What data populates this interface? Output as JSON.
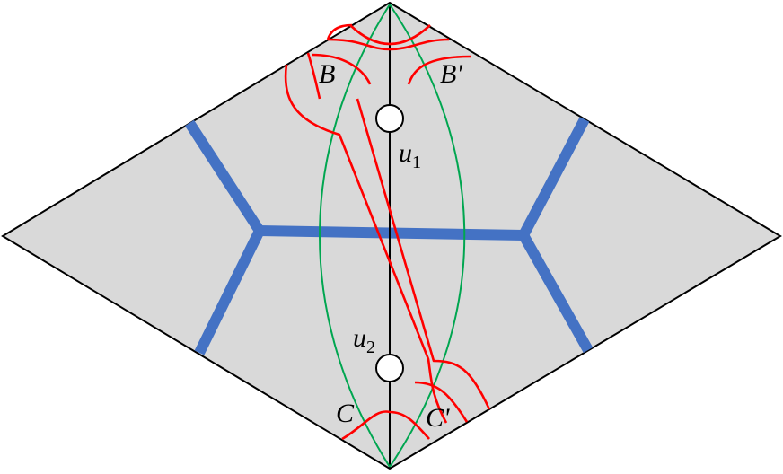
{
  "diagram": {
    "colors": {
      "background": "#ffffff",
      "rhombus_fill": "#d9d9d9",
      "rhombus_stroke": "#000000",
      "axis_line": "#000000",
      "blue_network": "#4472c4",
      "red_curves": "#ff0000",
      "green_curves": "#00a650",
      "puncture_fill": "#ffffff",
      "puncture_stroke": "#000000"
    },
    "labels": {
      "B": "B",
      "B_prime": "B'",
      "C": "C",
      "C_prime": "C'",
      "u1_base": "u",
      "u1_sub": "1",
      "u2_base": "u",
      "u2_sub": "2"
    },
    "punctures": [
      "u1",
      "u2"
    ]
  }
}
